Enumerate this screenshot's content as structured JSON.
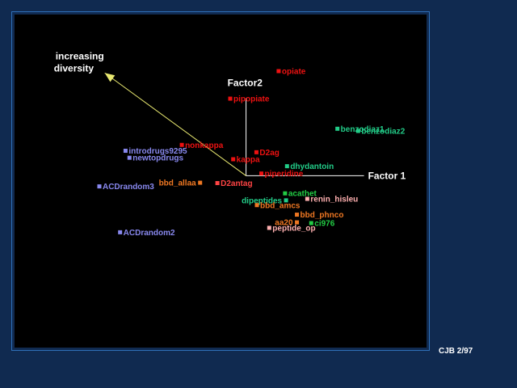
{
  "chart_data": {
    "type": "scatter",
    "xlabel": "Factor 1",
    "ylabel": "Factor2",
    "xlim": [
      -4.0,
      3.0
    ],
    "ylim": [
      -3.8,
      3.4
    ],
    "grid": false,
    "legend": "none",
    "diversity_arrow": {
      "label_line1": "increasing",
      "label_line2": "diversity",
      "from": [
        0,
        0
      ],
      "to": [
        -2.86,
        2.8
      ]
    },
    "points": [
      {
        "label": "opiate",
        "x": 0.66,
        "y": 2.85,
        "color": "#ee1111",
        "label_side": "right"
      },
      {
        "label": "pipopiate",
        "x": -0.32,
        "y": 2.1,
        "color": "#ee1111",
        "label_side": "right"
      },
      {
        "label": "benzodiaz1",
        "x": 1.85,
        "y": 1.28,
        "color": "#22cc88",
        "label_side": "right"
      },
      {
        "label": "benzodiaz2",
        "x": 2.27,
        "y": 1.22,
        "color": "#22cc88",
        "label_side": "right"
      },
      {
        "label": "nonkappa",
        "x": -1.3,
        "y": 0.84,
        "color": "#ee1111",
        "label_side": "right"
      },
      {
        "label": "D2ag",
        "x": 0.21,
        "y": 0.64,
        "color": "#ee1111",
        "label_side": "right"
      },
      {
        "label": "kappa",
        "x": -0.26,
        "y": 0.45,
        "color": "#ee1111",
        "label_side": "right"
      },
      {
        "label": "dhydantoin",
        "x": 0.83,
        "y": 0.26,
        "color": "#22cc88",
        "label_side": "right"
      },
      {
        "label": "piperidine",
        "x": 0.31,
        "y": 0.06,
        "color": "#ee1111",
        "label_side": "right"
      },
      {
        "label": "D2antag",
        "x": -0.58,
        "y": -0.2,
        "color": "#ff4444",
        "label_side": "right"
      },
      {
        "label": "bbd_allaa",
        "x": -0.93,
        "y": -0.19,
        "color": "#ee7722",
        "label_side": "left"
      },
      {
        "label": "introdrugs9295",
        "x": -2.44,
        "y": 0.68,
        "color": "#8888ee",
        "label_side": "right"
      },
      {
        "label": "newtopdrugs",
        "x": -2.36,
        "y": 0.49,
        "color": "#8888ee",
        "label_side": "right"
      },
      {
        "label": "ACDrandom3",
        "x": -2.97,
        "y": -0.29,
        "color": "#8888ee",
        "label_side": "right"
      },
      {
        "label": "acathet",
        "x": 0.79,
        "y": -0.48,
        "color": "#22cc44",
        "label_side": "right"
      },
      {
        "label": "renin_hisleu",
        "x": 1.24,
        "y": -0.63,
        "color": "#ffb0b0",
        "label_side": "right"
      },
      {
        "label": "dipeptides",
        "x": 0.81,
        "y": -0.67,
        "color": "#22cc88",
        "label_side": "left"
      },
      {
        "label": "bbd_amcs",
        "x": 0.22,
        "y": -0.8,
        "color": "#ee7722",
        "label_side": "right"
      },
      {
        "label": "bbd_phnco",
        "x": 1.03,
        "y": -1.06,
        "color": "#ee7722",
        "label_side": "right"
      },
      {
        "label": "aa20",
        "x": 1.03,
        "y": -1.27,
        "color": "#ee7722",
        "label_side": "left"
      },
      {
        "label": "ci976",
        "x": 1.32,
        "y": -1.29,
        "color": "#22cc44",
        "label_side": "right"
      },
      {
        "label": "peptide_op",
        "x": 0.47,
        "y": -1.42,
        "color": "#ffb0b0",
        "label_side": "right"
      },
      {
        "label": "ACDrandom2",
        "x": -2.55,
        "y": -1.54,
        "color": "#8888ee",
        "label_side": "right"
      }
    ]
  },
  "footer": {
    "credit": "CJB 2/97"
  }
}
